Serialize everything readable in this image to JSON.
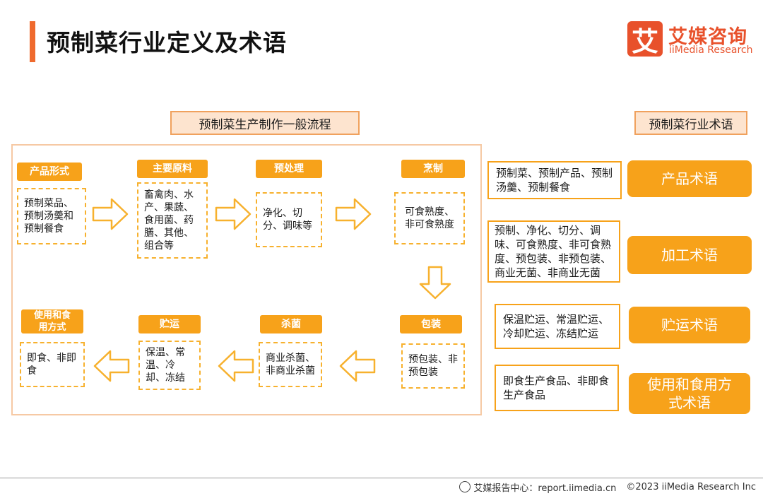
{
  "header": {
    "title": "预制菜行业定义及术语",
    "logo_mark": "艾",
    "logo_cn": "艾媒咨询",
    "logo_en": "iiMedia Research"
  },
  "flow": {
    "section_title": "预制菜生产制作一般流程",
    "steps": [
      {
        "label": "产品形式",
        "content": "预制菜品、预制汤羹和预制餐食"
      },
      {
        "label": "主要原料",
        "content": "畜禽肉、水产、果蔬、食用菌、药膳、其他、组合等"
      },
      {
        "label": "预处理",
        "content": "净化、切分、调味等"
      },
      {
        "label": "烹制",
        "content": "可食熟度、非可食熟度"
      },
      {
        "label": "包装",
        "content": "预包装、非预包装"
      },
      {
        "label": "杀菌",
        "content": "商业杀菌、非商业杀菌"
      },
      {
        "label": "贮运",
        "content": "保温、常温、冷却、冻结"
      },
      {
        "label": "使用和食用方式",
        "content": "即食、非即食"
      }
    ]
  },
  "terms": {
    "section_title": "预制菜行业术语",
    "items": [
      {
        "name": "产品术语",
        "desc": "预制菜、预制产品、预制汤羹、预制餐食"
      },
      {
        "name": "加工术语",
        "desc": "预制、净化、切分、调味、可食熟度、非可食熟度、预包装、非预包装、商业无菌、非商业无菌"
      },
      {
        "name": "贮运术语",
        "desc": "保温贮运、常温贮运、冷却贮运、冻结贮运"
      },
      {
        "name": "使用和食用方式术语",
        "desc": "即食生产食品、非即食生产食品"
      }
    ]
  },
  "footer": {
    "source": "艾媒报告中心：report.iimedia.cn",
    "copyright": "©2023  iiMedia Research  Inc"
  },
  "colors": {
    "accent": "#f7a21a",
    "title_bar": "#ef6a2e",
    "brand": "#e8512b"
  }
}
